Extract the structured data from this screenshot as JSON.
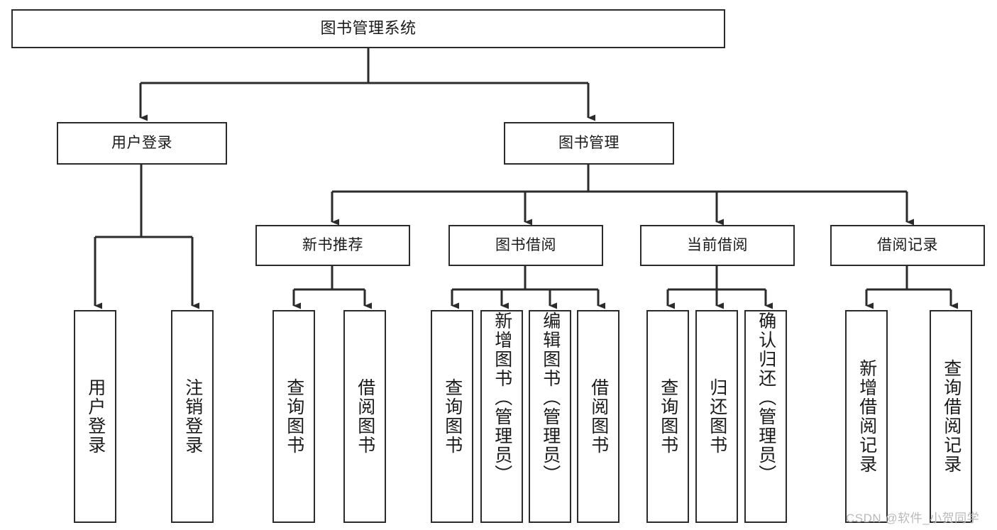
{
  "diagram": {
    "type": "tree-hierarchy-flowchart",
    "title": "图书管理系统",
    "watermark": "CSDN @软件_小贺同学",
    "colors": {
      "stroke": "#2b2b2b",
      "fill": "#ffffff",
      "text": "#1a1a1a",
      "watermark": "#b9b9b9"
    },
    "nodes": {
      "root": {
        "label": "图书管理系统"
      },
      "level2": [
        {
          "id": "user-login",
          "label": "用户登录"
        },
        {
          "id": "book-manage",
          "label": "图书管理"
        }
      ],
      "level3": [
        {
          "id": "new-book-recommend",
          "label": "新书推荐"
        },
        {
          "id": "book-borrow",
          "label": "图书借阅"
        },
        {
          "id": "current-borrow",
          "label": "当前借阅"
        },
        {
          "id": "borrow-record",
          "label": "借阅记录"
        }
      ],
      "leaves": {
        "user_login": [
          {
            "id": "leaf-user-login",
            "label": "用户登录"
          },
          {
            "id": "leaf-logout-login",
            "label": "注销登录"
          }
        ],
        "new_book_recommend": [
          {
            "id": "leaf-query-book-1",
            "label": "查询图书"
          },
          {
            "id": "leaf-borrow-book-1",
            "label": "借阅图书"
          }
        ],
        "book_borrow": [
          {
            "id": "leaf-query-book-2",
            "label": "查询图书"
          },
          {
            "id": "leaf-add-book",
            "label": "新增图书（管理员）"
          },
          {
            "id": "leaf-edit-book",
            "label": "编辑图书（管理员）"
          },
          {
            "id": "leaf-borrow-book-2",
            "label": "借阅图书"
          }
        ],
        "current_borrow": [
          {
            "id": "leaf-query-book-3",
            "label": "查询图书"
          },
          {
            "id": "leaf-return-book",
            "label": "归还图书"
          },
          {
            "id": "leaf-confirm-return",
            "label": "确认归还（管理员）"
          }
        ],
        "borrow_record": [
          {
            "id": "leaf-add-record",
            "label": "新增借阅记录"
          },
          {
            "id": "leaf-query-record",
            "label": "查询借阅记录"
          }
        ]
      }
    }
  }
}
